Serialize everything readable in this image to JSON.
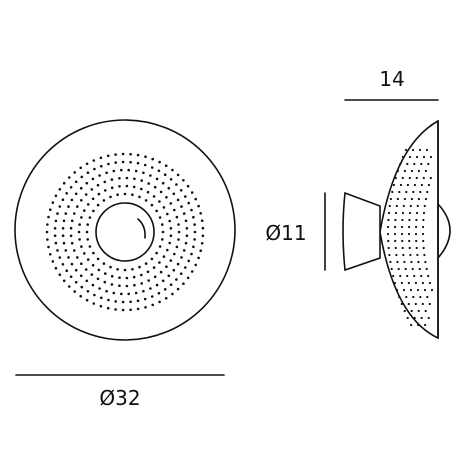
{
  "drawing": {
    "front_view": {
      "diameter_label": "Ø32"
    },
    "side_view": {
      "depth_label": "14",
      "base_diameter_label": "Ø11"
    },
    "colors": {
      "ink": "#111111",
      "paper": "#ffffff"
    }
  }
}
